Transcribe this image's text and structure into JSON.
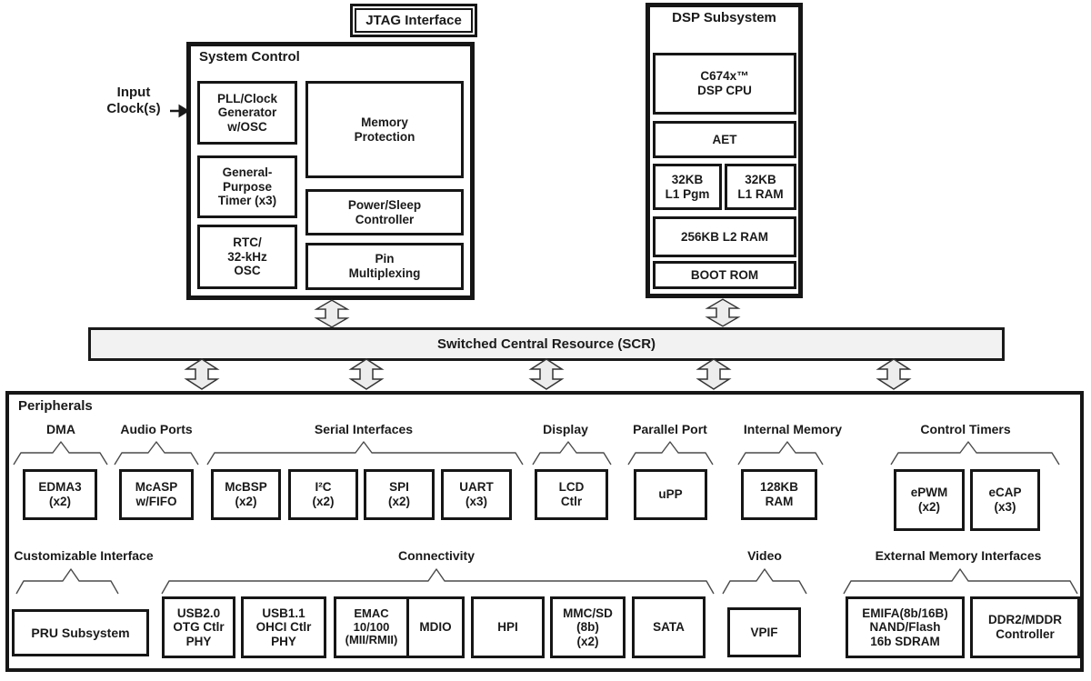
{
  "colors": {
    "ink": "#1a1a1a",
    "bus_fill": "#f2f2f2",
    "arrow_fill": "#ededed"
  },
  "top": {
    "input_clock": "Input\nClock(s)",
    "jtag": "JTAG Interface",
    "system_control": {
      "title": "System Control",
      "pll": "PLL/Clock\nGenerator\nw/OSC",
      "memory_protection": "Memory\nProtection",
      "gp_timer": "General-\nPurpose\nTimer (x3)",
      "power_sleep": "Power/Sleep\nController",
      "rtc": "RTC/\n32-kHz\nOSC",
      "pin_mux": "Pin\nMultiplexing"
    },
    "dsp": {
      "title": "DSP Subsystem",
      "cpu": "C674x™\nDSP CPU",
      "aet": "AET",
      "l1_pgm": "32KB\nL1 Pgm",
      "l1_ram": "32KB\nL1 RAM",
      "l2_ram": "256KB L2 RAM",
      "boot_rom": "BOOT ROM"
    }
  },
  "scr": {
    "label": "Switched Central Resource (SCR)"
  },
  "peripherals": {
    "title": "Peripherals",
    "groups": {
      "dma": "DMA",
      "audio": "Audio Ports",
      "serial": "Serial Interfaces",
      "display": "Display",
      "parallel": "Parallel Port",
      "internal_memory": "Internal Memory",
      "control_timers": "Control Timers",
      "customizable": "Customizable Interface",
      "connectivity": "Connectivity",
      "video": "Video",
      "external_memory": "External Memory Interfaces"
    },
    "blocks": {
      "edma3": "EDMA3\n(x2)",
      "mcasp": "McASP\nw/FIFO",
      "mcbsp": "McBSP\n(x2)",
      "i2c": "I²C\n(x2)",
      "spi": "SPI\n(x2)",
      "uart": "UART\n(x3)",
      "lcd": "LCD\nCtlr",
      "upp": "uPP",
      "ram_128kb": "128KB\nRAM",
      "epwm": "ePWM\n(x2)",
      "ecap": "eCAP\n(x3)",
      "pru": "PRU Subsystem",
      "usb20": "USB2.0\nOTG Ctlr\nPHY",
      "usb11": "USB1.1\nOHCI Ctlr\nPHY",
      "emac": "EMAC\n10/100\n(MII/RMII)",
      "mdio": "MDIO",
      "hpi": "HPI",
      "mmcsd": "MMC/SD\n(8b)\n(x2)",
      "sata": "SATA",
      "vpif": "VPIF",
      "emifa": "EMIFA(8b/16B)\nNAND/Flash\n16b SDRAM",
      "ddr2": "DDR2/MDDR\nController"
    }
  }
}
